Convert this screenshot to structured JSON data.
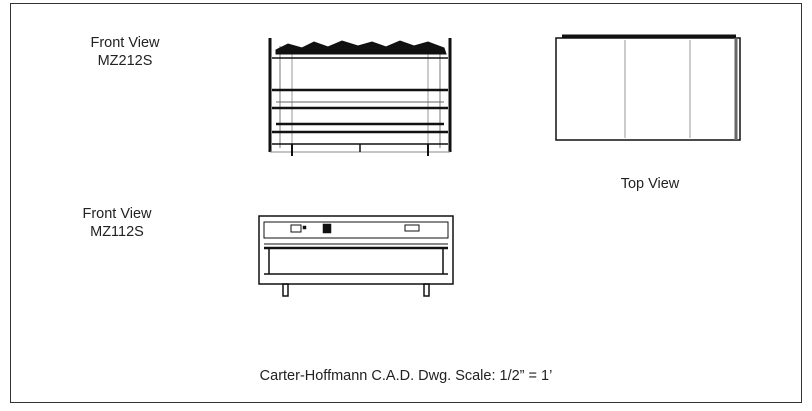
{
  "labels": {
    "front_view_1": {
      "line1": "Front View",
      "line2": "MZ212S"
    },
    "front_view_2": {
      "line1": "Front View",
      "line2": "MZ112S"
    },
    "top_view": "Top View"
  },
  "caption": "Carter-Hoffmann C.A.D. Dwg. Scale: 1/2” = 1’",
  "colors": {
    "line": "#111111",
    "frame": "#333333",
    "background": "#ffffff"
  }
}
